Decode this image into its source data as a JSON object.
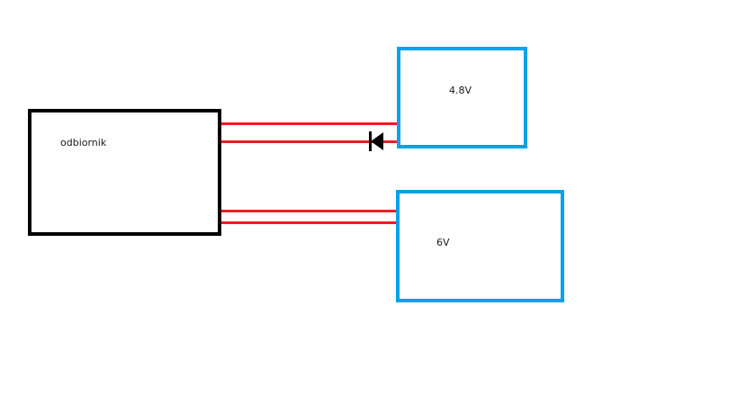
{
  "diagram": {
    "nodes": [
      {
        "id": "receiver",
        "label": "odbiornik",
        "border_color": "#000000"
      },
      {
        "id": "battery_48",
        "label": "4.8V",
        "border_color": "#00a2e8"
      },
      {
        "id": "battery_6",
        "label": "6V",
        "border_color": "#00a2e8"
      }
    ],
    "wire_color": "#ed1c24",
    "connections": [
      {
        "from": "receiver",
        "to": "battery_48",
        "wires": 2,
        "component": "diode",
        "component_on_wire": 2
      },
      {
        "from": "receiver",
        "to": "battery_6",
        "wires": 2
      }
    ]
  }
}
